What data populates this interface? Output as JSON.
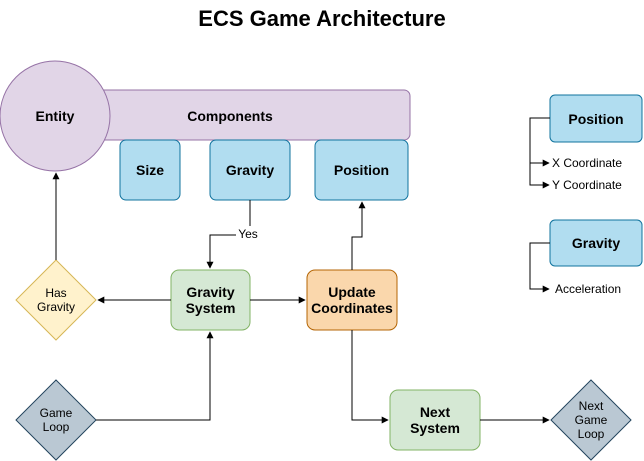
{
  "title": "ECS Game Architecture",
  "nodes": {
    "entity": "Entity",
    "components": "Components",
    "size": "Size",
    "gravity": "Gravity",
    "position": "Position",
    "has_gravity": "Has\nGravity",
    "gravity_system": "Gravity\nSystem",
    "update_coordinates": "Update\nCoordinates",
    "game_loop": "Game\nLoop",
    "next_system": "Next\nSystem",
    "next_game_loop": "Next\nGame\nLoop"
  },
  "edge_labels": {
    "yes": "Yes"
  },
  "legend": {
    "position": {
      "title": "Position",
      "items": [
        "X Coordinate",
        "Y Coordinate"
      ]
    },
    "gravity": {
      "title": "Gravity",
      "items": [
        "Acceleration"
      ]
    }
  },
  "colors": {
    "purple_fill": "#e1d5e7",
    "purple_stroke": "#9673a6",
    "blue_fill": "#b1ddf0",
    "blue_stroke": "#10739e",
    "green_fill": "#d5e8d4",
    "green_stroke": "#82b366",
    "orange_fill": "#fad7ac",
    "orange_stroke": "#b46504",
    "yellow_fill": "#fff2cc",
    "yellow_stroke": "#d6b656",
    "gray_fill": "#bac8d3",
    "gray_stroke": "#23445d"
  }
}
